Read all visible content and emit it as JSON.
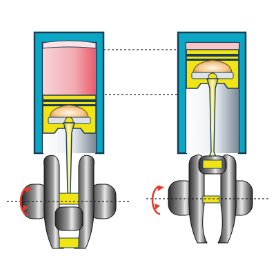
{
  "diagram": {
    "title": "",
    "engines": [
      {
        "id": "left",
        "state": "bottom-dead-center",
        "rotation": "clockwise"
      },
      {
        "id": "right",
        "state": "top-dead-center",
        "rotation": "clockwise"
      }
    ],
    "colors": {
      "cylinder_wall": "#0aa7c4",
      "cylinder_outline": "#1b3b55",
      "combustion_gas": "#f3a6ad",
      "piston": "#f0e415",
      "crank": "#4b4b4b",
      "rotation_arrow": "#e53a2f",
      "guide_line": "#222222"
    }
  }
}
